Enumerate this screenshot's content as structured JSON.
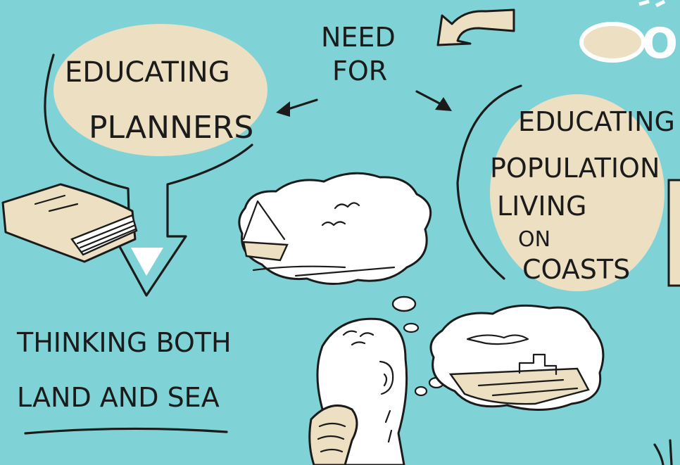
{
  "colors": {
    "background": "#7fd3d6",
    "bubble": "#ecdfc2",
    "ink": "#1b1b1b",
    "cloud": "#ffffff"
  },
  "labels": {
    "need_for": [
      "NEED",
      "FOR"
    ],
    "educating_planners": [
      "EDUCATING",
      "PLANNERS"
    ],
    "educating_population": [
      "EDUCATING",
      "POPULATION",
      "LIVING",
      "ON",
      "COASTS"
    ],
    "thinking": [
      "THINKING BOTH",
      "LAND AND SEA"
    ],
    "corner_fragment": "OU"
  },
  "icons": {
    "book": "book-icon",
    "head": "thinking-head-icon",
    "ship_cloud": "ship-thought-cloud-icon",
    "coast_cloud": "coast-thought-cloud-icon",
    "curved_arrow": "curved-arrow-icon"
  }
}
